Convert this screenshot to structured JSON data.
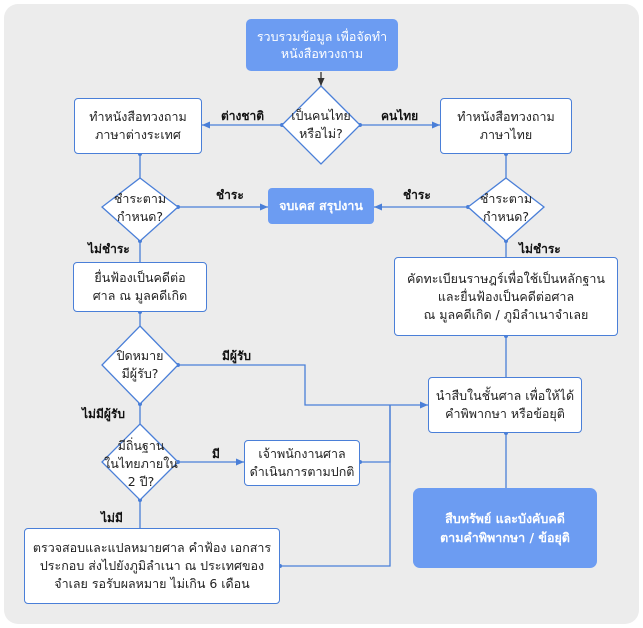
{
  "colors": {
    "accent": "#6c9cf2",
    "line": "#4a7fd8",
    "panel": "#ececec"
  },
  "nodes": {
    "start": "รวบรวมข้อมูล เพื่อจัดทำ\nหนังสือทวงถาม",
    "q_thai": "เป็นคนไทย\nหรือไม่?",
    "foreign_letter": "ทำหนังสือทวงถาม\nภาษาต่างระเทศ",
    "thai_letter": "ทำหนังสือทวงถาม\nภาษาไทย",
    "q_pay_left": "ชำระตาม\nกำหนด?",
    "q_pay_right": "ชำระตาม\nกำหนด?",
    "end_case": "จบเคส สรุปงาน",
    "file_origin": "ยื่นฟ้องเป็นคดีต่อ\nศาล ณ มูลคดีเกิด",
    "registry": "คัดทะเบียนราษฎร์เพื่อใช้เป็นหลักฐาน\nและยื่นฟ้องเป็นคดีต่อศาล\nณ มูลคดีเกิด / ภูมิลำเนาจำเลย",
    "q_receiver": "ปิดหมาย\nมีผู้รับ?",
    "court_hearing": "นำสืบในชั้นศาล เพื่อให้ได้\nคำพิพากษา หรือข้อยุติ",
    "q_domicile": "มีถิ่นฐาน\nในไทยภายใน\n2 ปี?",
    "officer": "เจ้าพนักงานศาล\nดำเนินการตามปกติ",
    "assets": "สืบทรัพย์ และบังคับคดี\nตามคำพิพากษา / ข้อยุติ",
    "translate": "ตรวจสอบและแปลหมายศาล คำฟ้อง เอกสาร\nประกอบ ส่งไปยังภูมิลำเนา ณ ประเทศของ\nจำเลย รอรับผลหมาย ไม่เกิน 6 เดือน"
  },
  "edge_labels": {
    "foreigner": "ต่างชาติ",
    "thai": "คนไทย",
    "paid_left": "ชำระ",
    "paid_right": "ชำระ",
    "not_paid_left": "ไม่ชำระ",
    "not_paid_right": "ไม่ชำระ",
    "has_receiver": "มีผู้รับ",
    "no_receiver": "ไม่มีผู้รับ",
    "yes": "มี",
    "no": "ไม่มี"
  }
}
